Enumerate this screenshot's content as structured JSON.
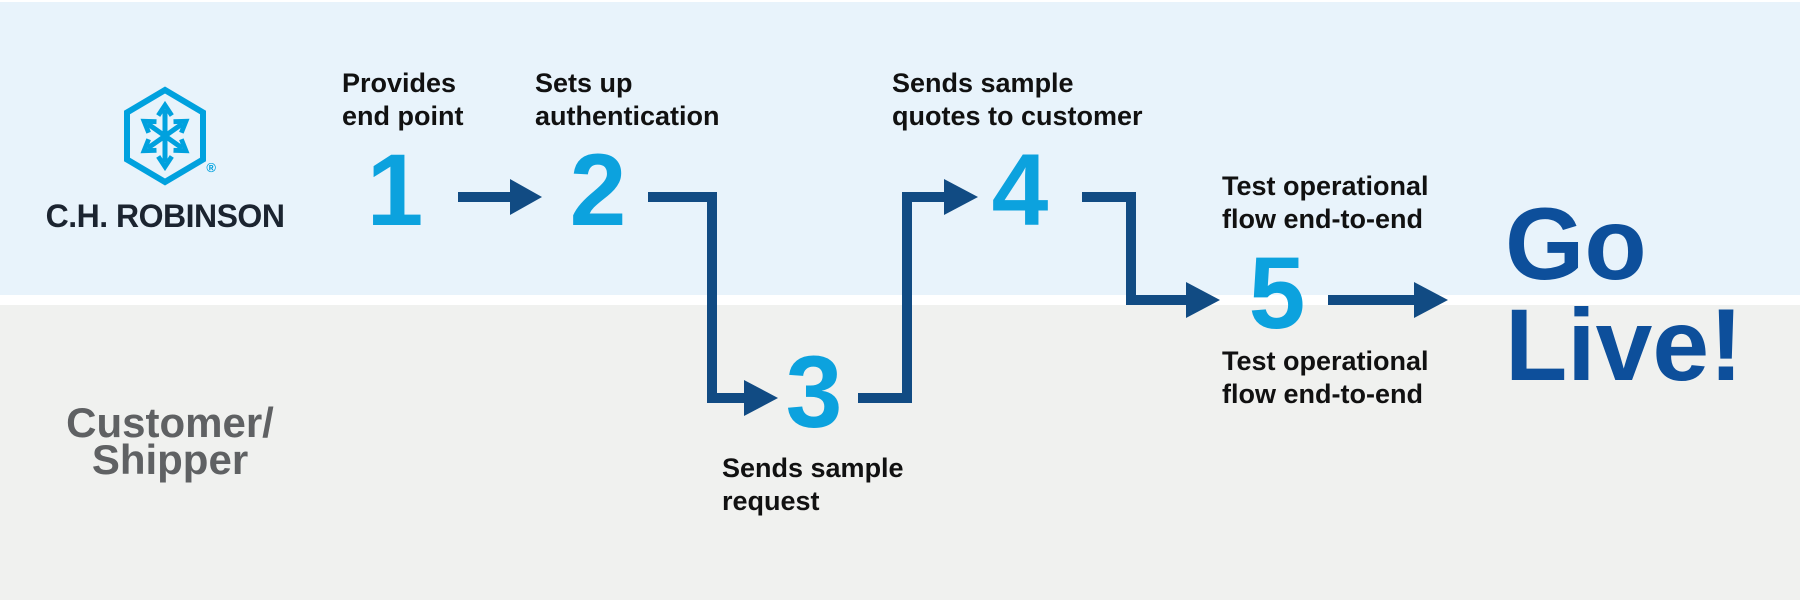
{
  "brand": {
    "name": "C.H. ROBINSON",
    "registered_mark": "®"
  },
  "lanes": {
    "customer_lines": [
      "Customer/",
      "Shipper"
    ]
  },
  "steps": [
    {
      "number": "1",
      "label_lines": [
        "Provides",
        "end point"
      ]
    },
    {
      "number": "2",
      "label_lines": [
        "Sets up",
        "authentication"
      ]
    },
    {
      "number": "3",
      "label_lines": [
        "Sends sample",
        "request"
      ]
    },
    {
      "number": "4",
      "label_lines": [
        "Sends sample",
        "quotes to customer"
      ]
    },
    {
      "number": "5",
      "label_above_lines": [
        "Test operational",
        "flow end-to-end"
      ],
      "label_below_lines": [
        "Test operational",
        "flow end-to-end"
      ]
    }
  ],
  "go_live_lines": [
    "Go",
    "Live!"
  ],
  "colors": {
    "band-top": "#E8F3FB",
    "band-bottom": "#F0F1EF",
    "divider": "#FFFFFF",
    "step-number": "#0CA2DE",
    "arrow": "#114B83",
    "go-live": "#0D4F9B",
    "label-text": "#111111",
    "brand-text": "#1B2430",
    "customer-text": "#5F6163",
    "logo": "#00A1DE"
  }
}
